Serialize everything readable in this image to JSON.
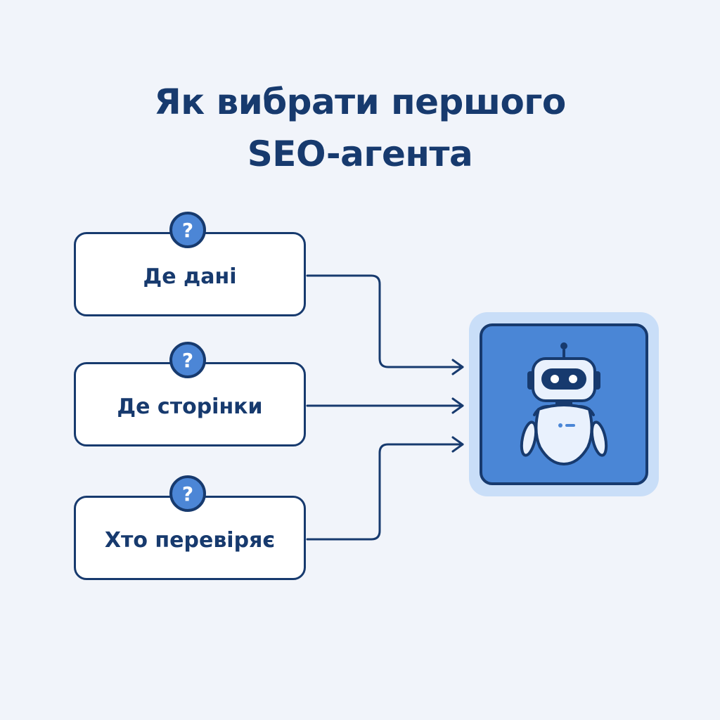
{
  "title": {
    "line1": "Як вибрати першого",
    "line2": "SEO-агента"
  },
  "questions": [
    {
      "label": "Де дані",
      "badge": "?"
    },
    {
      "label": "Де сторінки",
      "badge": "?"
    },
    {
      "label": "Хто перевіряє",
      "badge": "?"
    }
  ],
  "agent": {
    "icon": "robot-icon"
  },
  "colors": {
    "background": "#f1f4fa",
    "navy": "#173a6e",
    "accent_blue": "#4a86d6",
    "halo": "#c9def8",
    "card": "#ffffff"
  }
}
